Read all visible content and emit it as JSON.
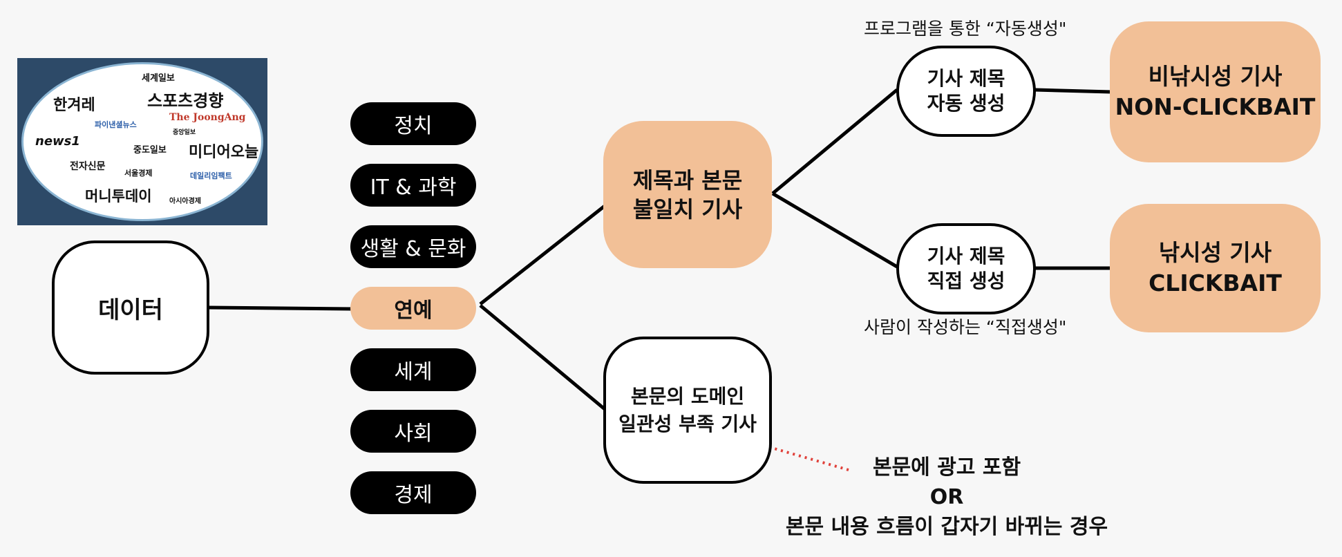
{
  "colors": {
    "accent": "#f2c097",
    "background": "#f7f7f7",
    "pill": "#000000",
    "hint_arrow": "#e0413a"
  },
  "logos": [
    "세계일보",
    "한겨레",
    "스포츠경향",
    "파이낸셜뉴스",
    "The JoongAng",
    "중앙일보",
    "news1",
    "중도일보",
    "미디어오늘",
    "전자신문",
    "서울경제",
    "데일리임팩트",
    "머니투데이",
    "아시아경제"
  ],
  "data_node": "데이터",
  "categories": [
    "정치",
    "IT & 과학",
    "생활 & 문화",
    "연예",
    "세계",
    "사회",
    "경제"
  ],
  "selected_category": "연예",
  "mismatch_node": {
    "line1": "제목과 본문",
    "line2": "불일치 기사"
  },
  "domain_node": {
    "line1": "본문의 도메인",
    "line2": "일관성 부족 기사"
  },
  "auto_title_node": {
    "line1": "기사 제목",
    "line2": "자동 생성"
  },
  "manual_title_node": {
    "line1": "기사 제목",
    "line2": "직접 생성"
  },
  "auto_label": "프로그램을 통한 “자동생성\"",
  "manual_label": "사람이 작성하는 “직접생성\"",
  "non_clickbait_node": {
    "line1": "비낚시성 기사",
    "line2": "NON-CLICKBAIT"
  },
  "clickbait_node": {
    "line1": "낚시성 기사",
    "line2": "CLICKBAIT"
  },
  "ad_note": {
    "line1": "본문에 광고 포함",
    "line2": "OR",
    "line3": "본문 내용 흐름이 갑자기 바뀌는 경우"
  }
}
